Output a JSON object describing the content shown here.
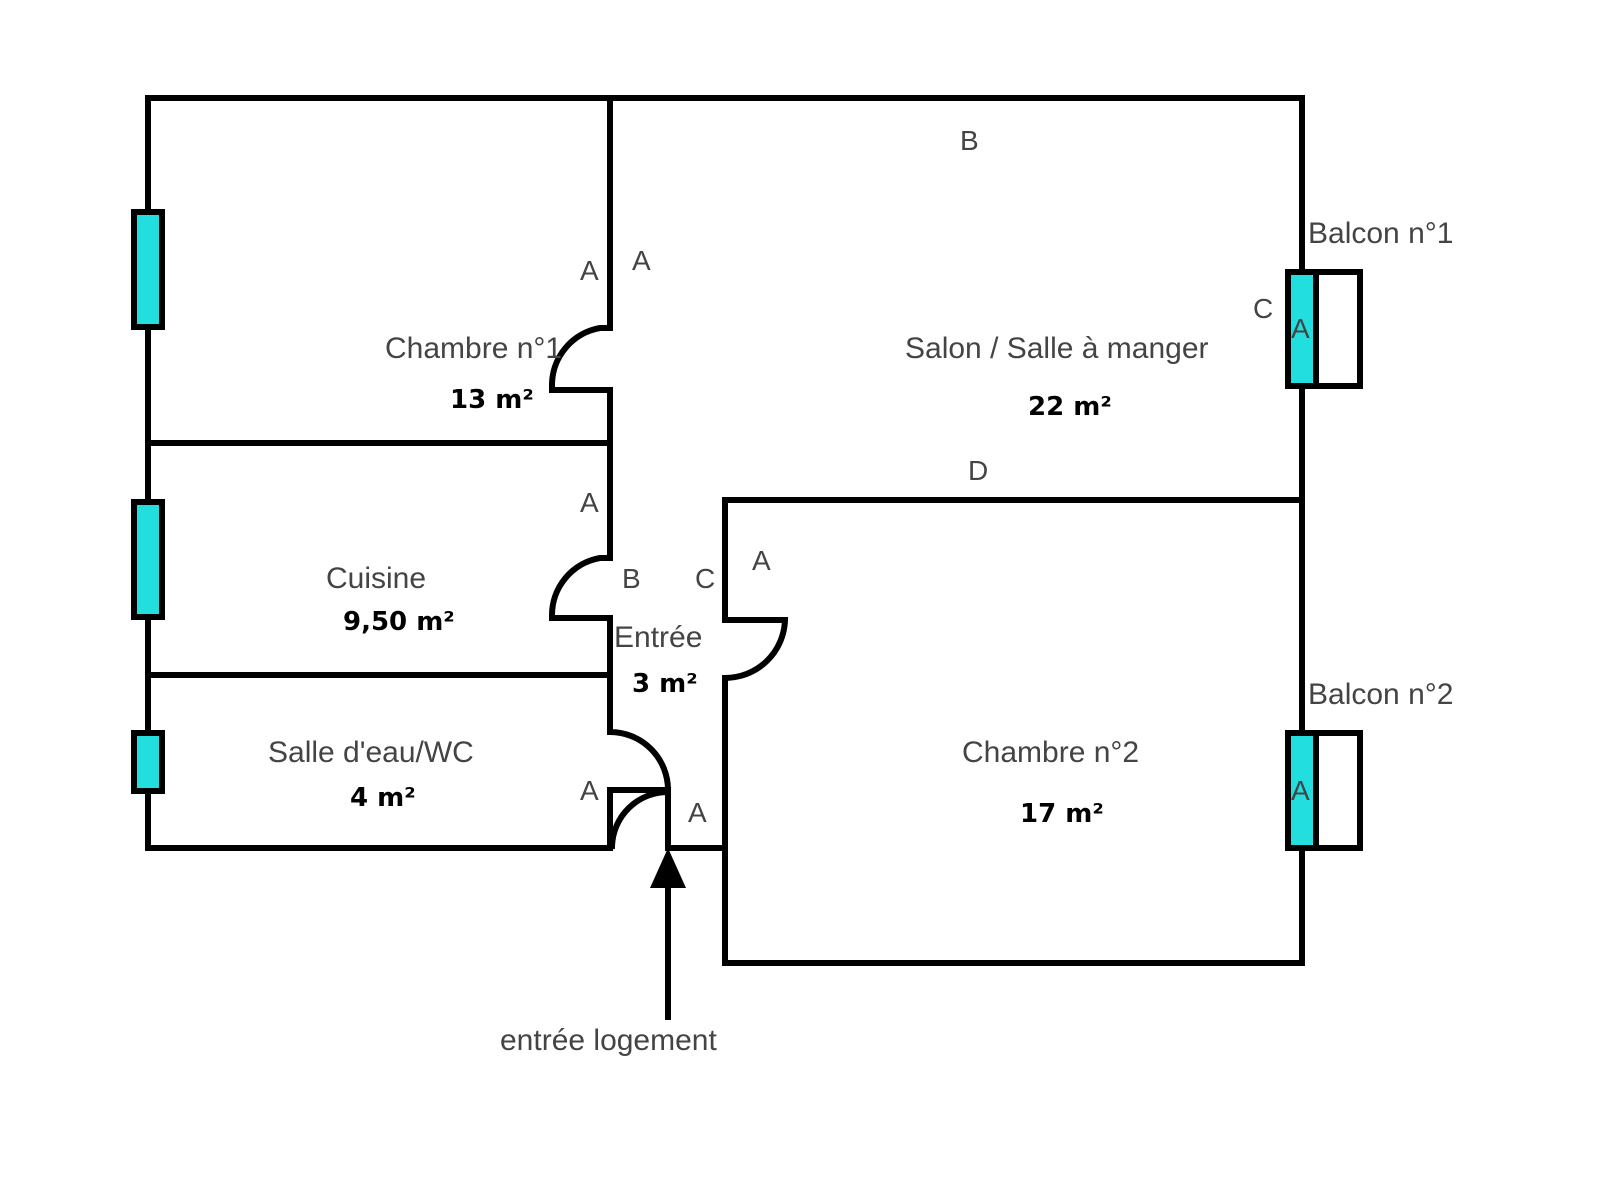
{
  "rooms": {
    "chambre1": {
      "name": "Chambre n°1",
      "area": "13 m²"
    },
    "salon": {
      "name": "Salon / Salle à manger",
      "area": "22 m²"
    },
    "cuisine": {
      "name": "Cuisine",
      "area": "9,50 m²"
    },
    "entree": {
      "name": "Entrée",
      "area": "3 m²"
    },
    "sde": {
      "name": "Salle d'eau/WC",
      "area": "4 m²"
    },
    "chambre2": {
      "name": "Chambre n°2",
      "area": "17 m²"
    }
  },
  "balconies": {
    "b1": "Balcon n°1",
    "b2": "Balcon n°2"
  },
  "entry_label": "entrée logement",
  "letters": {
    "a": "A",
    "b": "B",
    "c": "C",
    "d": "D"
  },
  "colors": {
    "window": "#22dede",
    "wall": "#000000"
  }
}
